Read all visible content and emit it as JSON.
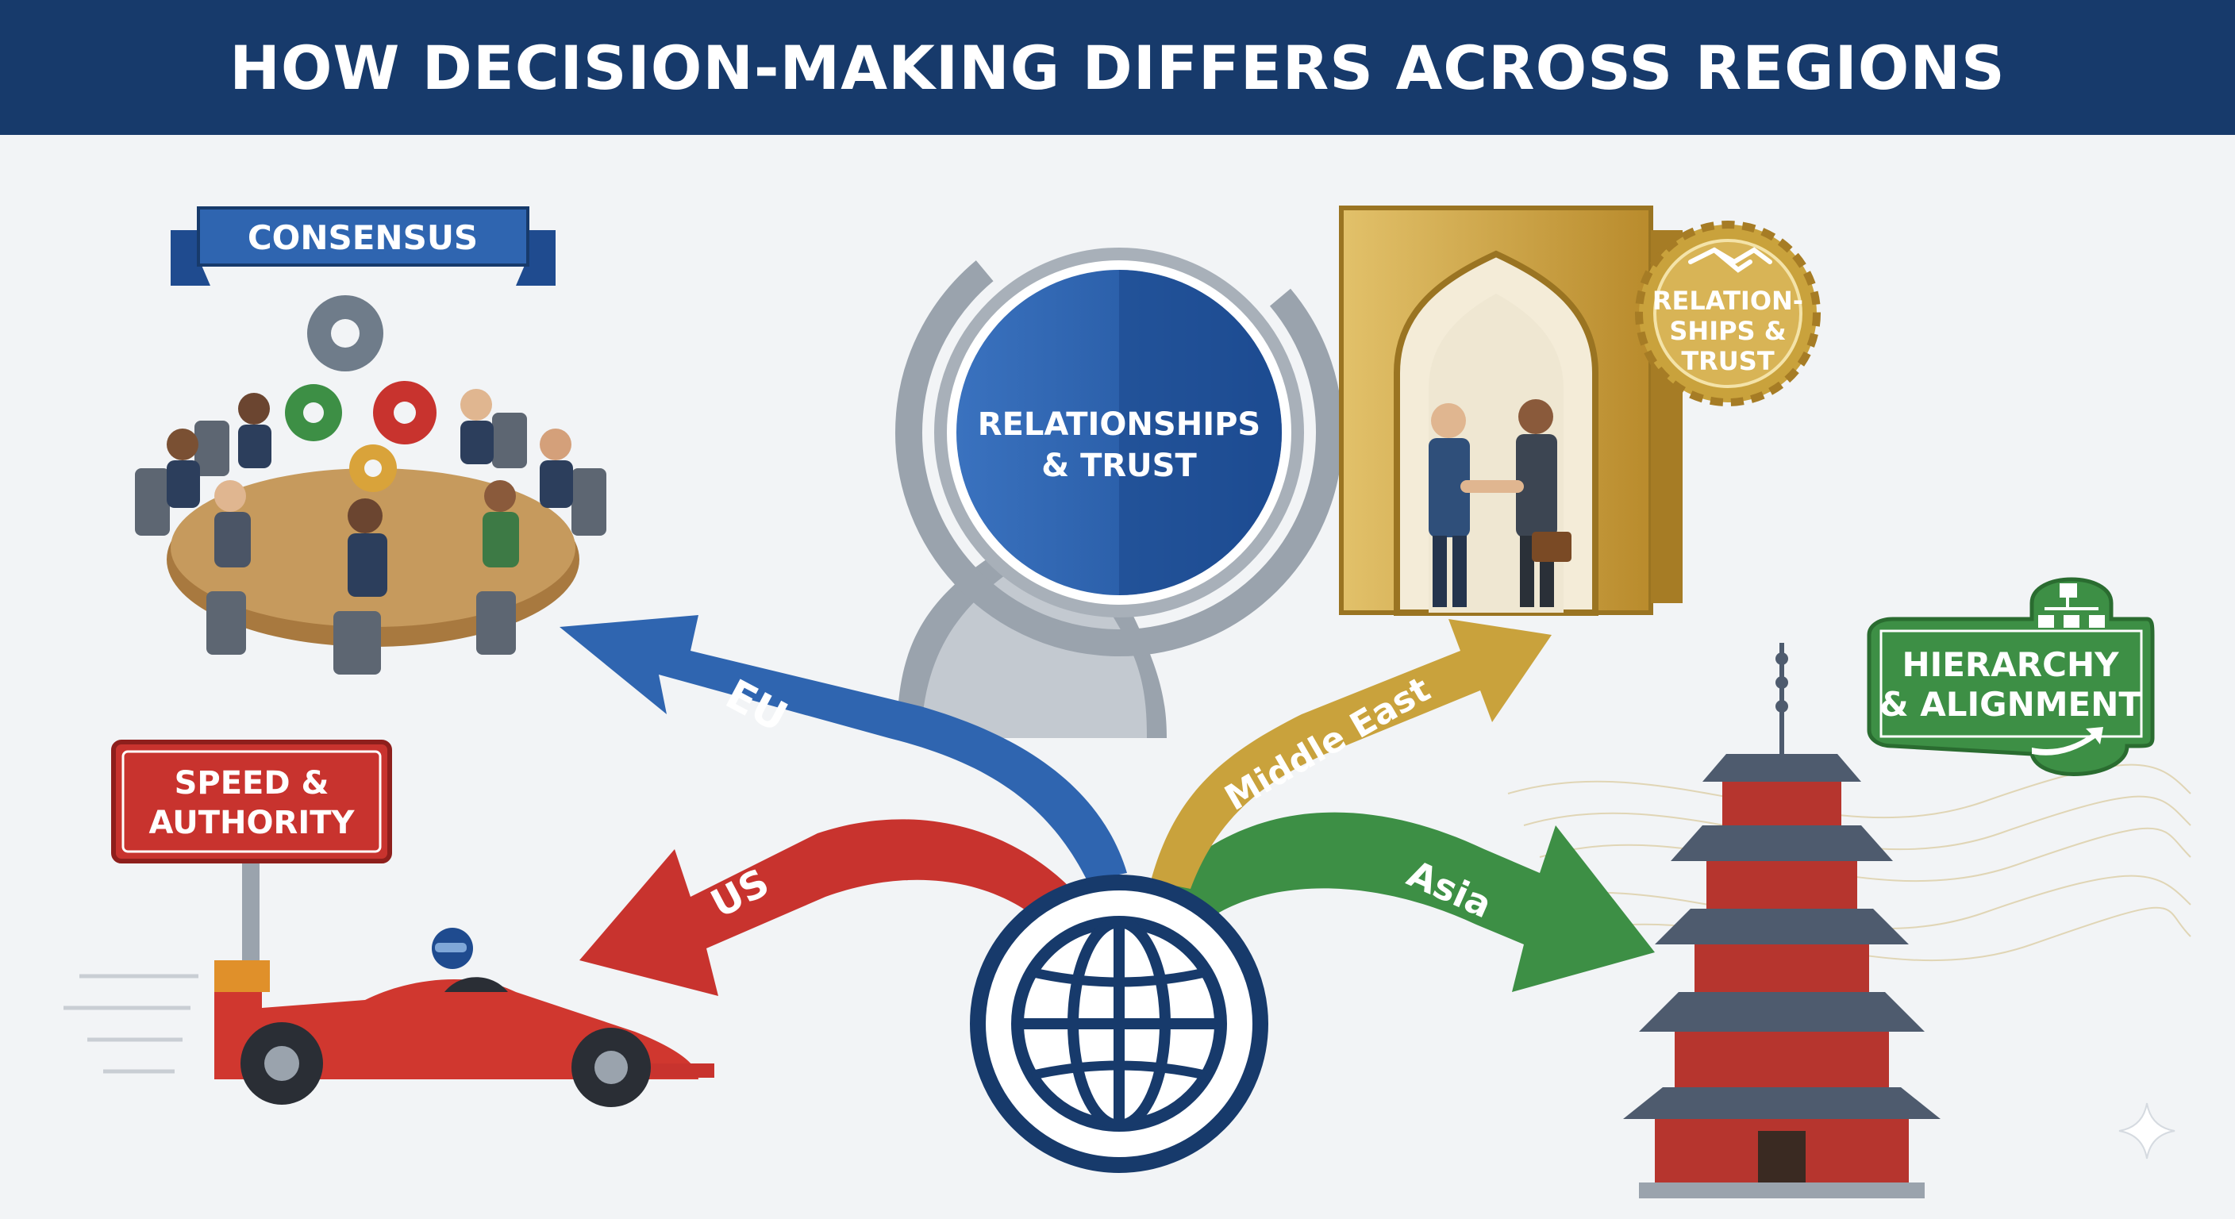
{
  "title": "HOW DECISION-MAKING DIFFERS ACROSS REGIONS",
  "center": {
    "label_line1": "RELATIONSHIPS",
    "label_line2": "& TRUST"
  },
  "regions": {
    "eu": {
      "arrow_label": "EU",
      "badge": "CONSENSUS",
      "color": "#2f65b0"
    },
    "us": {
      "arrow_label": "US",
      "badge_line1": "SPEED &",
      "badge_line2": "AUTHORITY",
      "color": "#c8332e"
    },
    "middle_east": {
      "arrow_label": "Middle East",
      "badge_line1": "RELATION-",
      "badge_line2": "SHIPS &",
      "badge_line3": "TRUST",
      "color": "#c9a23c"
    },
    "asia": {
      "arrow_label": "Asia",
      "badge_line1": "HIERARCHY",
      "badge_line2": "& ALIGNMENT",
      "color": "#3d8f45"
    }
  },
  "icons": [
    "globe-icon",
    "magnifier-icon",
    "gear-icon",
    "handshake-icon",
    "org-chart-icon",
    "race-car-icon",
    "pagoda-icon",
    "archway-icon",
    "sparkle-icon"
  ]
}
